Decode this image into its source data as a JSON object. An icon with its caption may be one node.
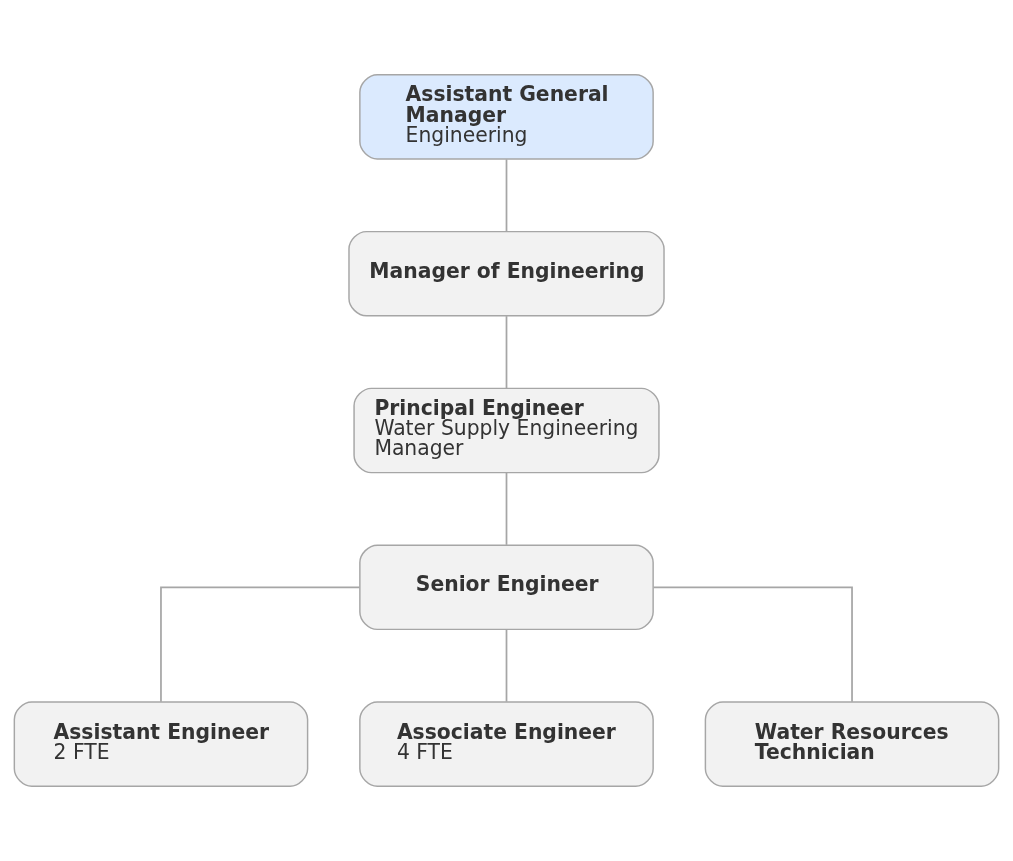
{
  "diagram": {
    "nodes": [
      {
        "text": [
          "Assistant General Manager",
          "Engineering"
        ]
      },
      {
        "text": [
          "Manager of Engineering"
        ]
      },
      {
        "text": [
          "Principal Engineer",
          "Water Supply Engineering Manager"
        ]
      },
      {
        "text": [
          "Senior Engineer"
        ]
      },
      {
        "text": [
          "Assistant Engineer",
          "2 FTE"
        ]
      },
      {
        "text": [
          "Associate Engineer",
          "4 FTE"
        ]
      },
      {
        "text": [
          "Water Resources Technician"
        ]
      }
    ],
    "edges": [
      {
        "from": 0,
        "to": 1,
        "arrow": "none"
      },
      {
        "from": 1,
        "to": 2,
        "arrow": "none"
      },
      {
        "from": 2,
        "to": 3,
        "arrow": "none"
      },
      {
        "from": 3,
        "to": 4,
        "arrow": "none"
      },
      {
        "from": 3,
        "to": 5,
        "arrow": "none"
      },
      {
        "from": 3,
        "to": 6,
        "arrow": "none"
      }
    ]
  }
}
